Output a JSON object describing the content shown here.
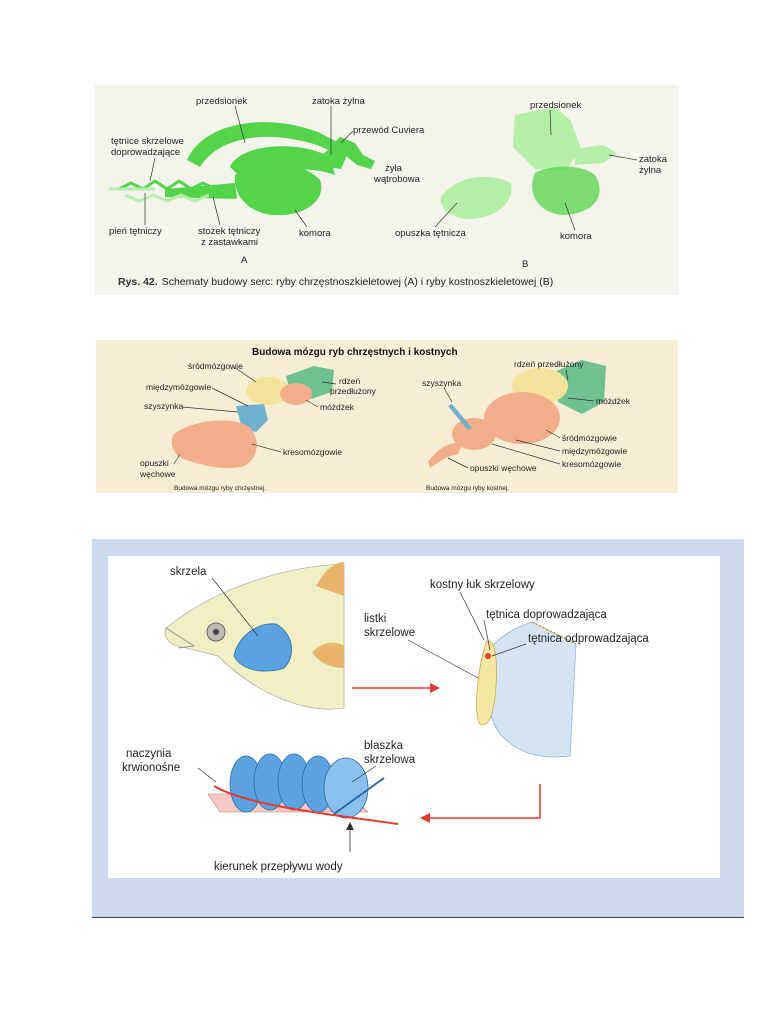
{
  "heart": {
    "labels": {
      "przedsionek_a": "przedsionek",
      "zatoka_zylna_a": "zatoka żylna",
      "przewod_cuviera": "przewód Cuviera",
      "tetnice_line1": "tętnice skrzelowe",
      "tetnice_line2": "doprowadzające",
      "zyla_line1": "żyła",
      "zyla_line2": "wątrobowa",
      "pien_tetniczy": "pień tętniczy",
      "stozek_line1": "stożek tętniczy",
      "stozek_line2": "z zastawkami",
      "komora_a": "komora",
      "letter_a": "A",
      "przedsionek_b": "przedsionek",
      "zatoka_b_line1": "zatoka",
      "zatoka_b_line2": "żylna",
      "opuszka_tetnicza": "opuszka tętnicza",
      "komora_b": "komora",
      "letter_b": "B"
    },
    "caption_bold": "Rys. 42.",
    "caption_text": "Schematy budowy serc: ryby chrzęstnoszkieletowej (A) i ryby kostnoszkieletowej (B)",
    "colors": {
      "heart_dark": "#54d44a",
      "heart_light": "#b5efa7"
    }
  },
  "brain": {
    "title": "Budowa mózgu ryb chrzęstnych i kostnych",
    "left": {
      "srodmozgowie": "śródmózgowie",
      "miedzymozgowie": "międzymózgowie",
      "szyszynka": "szyszynka",
      "rdzen_line1": "rdzeń",
      "rdzen_line2": "przedłużony",
      "mozdzek": "móżdżek",
      "kresomozgowie": "kresomózgowie",
      "opuszki_line1": "opuszki",
      "opuszki_line2": "węchowe",
      "caption": "Budowa mózgu ryby chrzęstnej."
    },
    "right": {
      "rdzen_przedluzony": "rdzeń przedłużony",
      "szyszynka": "szyszynka",
      "mozdzek": "móżdżek",
      "srodmozgowie": "śródmózgowie",
      "miedzymozgowie": "międzymózgowie",
      "opuszki_wechowe": "opuszki węchowe",
      "kresomozgowie": "kresomózgowie",
      "caption": "Budowa mózgu ryby kostnej."
    },
    "colors": {
      "kresomozgowie": "#f2ae8a",
      "srodmozgowie": "#f4e39a",
      "rdzen": "#6fc190",
      "miedzymozgowie": "#6fb0cf"
    }
  },
  "gills": {
    "skrzela": "skrzela",
    "kostny_luk": "kostny łuk skrzelowy",
    "tetnica_dopr": "tętnica doprowadzająca",
    "tetnica_odpr": "tętnica odprowadzająca",
    "listki_line1": "listki",
    "listki_line2": "skrzelowe",
    "naczynia_line1": "naczynia",
    "naczynia_line2": "krwionośne",
    "blaszka_line1": "blaszka",
    "blaszka_line2": "skrzelowa",
    "kierunek": "kierunek przepływu wody",
    "colors": {
      "arrow": "#e53a2e",
      "lamella": "#5aa3e0",
      "frame": "#cdd9ef"
    }
  }
}
